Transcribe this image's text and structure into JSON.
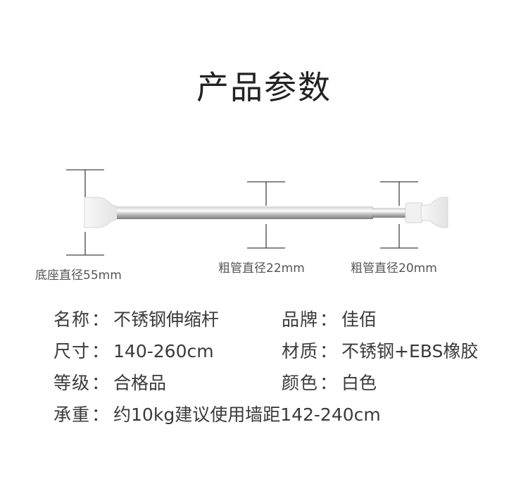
{
  "page": {
    "title": "产品参数"
  },
  "diagram": {
    "labels": {
      "base_diameter": "底座直径55mm",
      "thick_tube_diameter": "粗管直径22mm",
      "thin_tube_diameter": "粗管直径20mm"
    },
    "colors": {
      "line": "#444444",
      "tube_light": "#f2f2f2",
      "tube_dark": "#8c8c8c",
      "cap": "#eeeeee"
    }
  },
  "specs": {
    "separator": "：",
    "rows": [
      {
        "left": {
          "key": "名称",
          "value": "不锈钢伸缩杆"
        },
        "right": {
          "key": "品牌",
          "value": "佳佰"
        }
      },
      {
        "left": {
          "key": "尺寸",
          "value": "140-260cm"
        },
        "right": {
          "key": "材质",
          "value": "不锈钢+EBS橡胶"
        }
      },
      {
        "left": {
          "key": "等级",
          "value": "合格品"
        },
        "right": {
          "key": "颜色",
          "value": "白色"
        }
      },
      {
        "left": {
          "key": "承重",
          "value": "约10kg建议使用墙距142-240cm"
        }
      }
    ]
  }
}
